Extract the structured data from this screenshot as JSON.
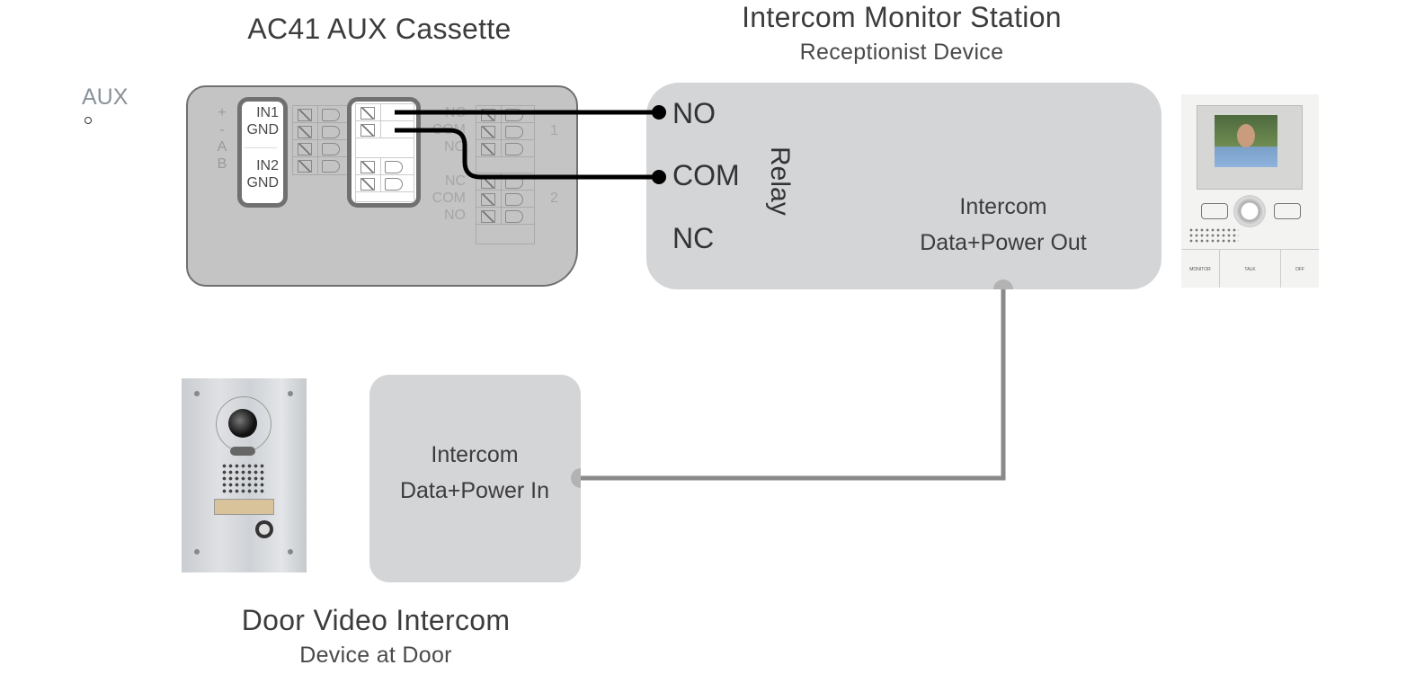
{
  "cassette": {
    "title": "AC41 AUX Cassette",
    "aux_label": "AUX",
    "side_letters": [
      "+",
      "-",
      "A",
      "B"
    ],
    "inputs": {
      "in1": "IN1",
      "gnd1": "GND",
      "in2": "IN2",
      "gnd2": "GND"
    },
    "relays": [
      {
        "number": "1",
        "terminals": [
          "NC",
          "COM",
          "NO"
        ]
      },
      {
        "number": "2",
        "terminals": [
          "NC",
          "COM",
          "NO"
        ]
      }
    ]
  },
  "monitor_station": {
    "title": "Intercom Monitor Station",
    "subtitle": "Receptionist Device",
    "relay_label": "Relay",
    "relay_terminals": {
      "no": "NO",
      "com": "COM",
      "nc": "NC"
    },
    "port_line1": "Intercom",
    "port_line2": "Data+Power Out",
    "device_buttons": [
      "MONITOR",
      "TALK",
      "OFF"
    ]
  },
  "door_intercom": {
    "title": "Door Video Intercom",
    "subtitle": "Device at Door",
    "port_line1": "Intercom",
    "port_line2": "Data+Power In"
  },
  "colors": {
    "relay_wire": "#000000",
    "data_wire": "#8a8a8a",
    "box_fill": "#d4d5d7",
    "cassette_fill": "#c4c4c4",
    "cassette_border": "#707070"
  }
}
